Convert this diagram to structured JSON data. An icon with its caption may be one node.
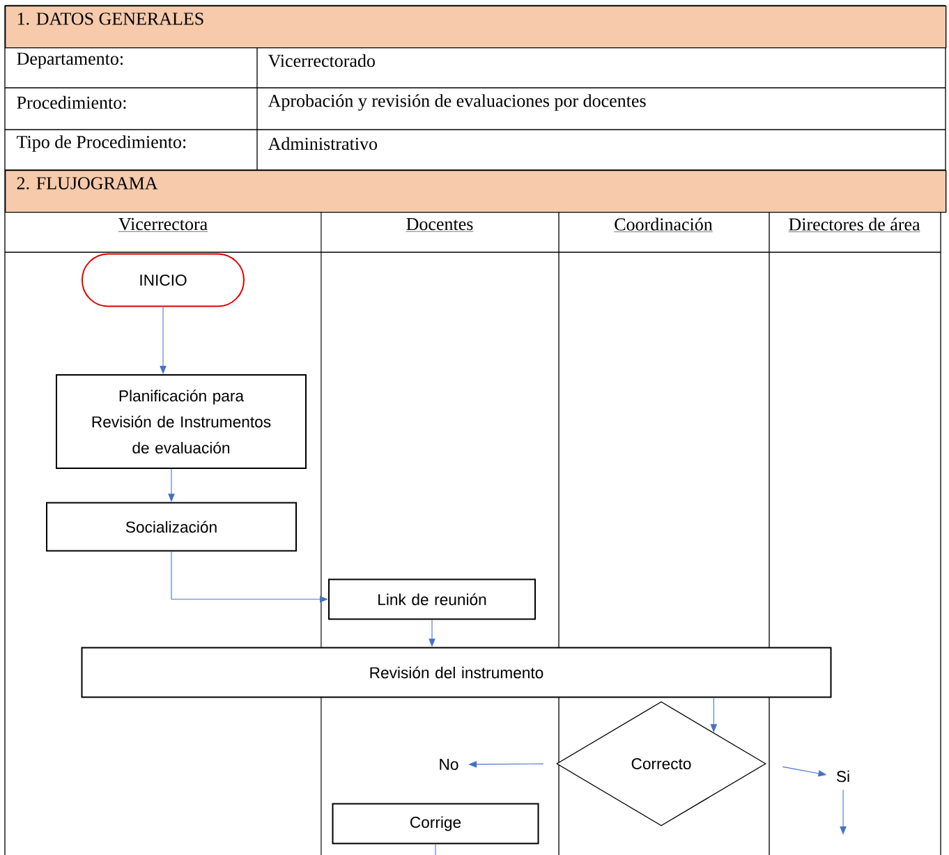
{
  "diagram": {
    "nodes": [
      {
        "text": [
          "INICIO"
        ]
      },
      {
        "text": [
          "Planificación para Revisión de Instrumentos de evaluación"
        ]
      },
      {
        "text": [
          "Socialización"
        ]
      },
      {
        "text": [
          "Link de reunión"
        ]
      },
      {
        "text": [
          "Revisión del instrumento"
        ]
      },
      {
        "text": [
          "Correcto"
        ]
      },
      {
        "text": [
          "No"
        ]
      },
      {
        "text": [
          "Si"
        ]
      },
      {
        "text": [
          "Corrige"
        ]
      }
    ],
    "edges": [
      {
        "from": 0,
        "to": 1,
        "arrow": "to"
      },
      {
        "from": 1,
        "to": 2,
        "arrow": "to"
      },
      {
        "from": 2,
        "to": 3,
        "arrow": "to"
      },
      {
        "from": 3,
        "to": 4,
        "arrow": "to"
      },
      {
        "from": 4,
        "to": 5,
        "arrow": "to"
      },
      {
        "from": 5,
        "to": 6,
        "arrow": "to"
      },
      {
        "from": 5,
        "to": 7,
        "arrow": "to"
      },
      {
        "from": 7,
        "to": null,
        "arrow": "to"
      },
      {
        "from": 8,
        "to": null,
        "arrow": "none"
      }
    ],
    "labels": [
      "1. DATOS GENERALES",
      "Departamento:",
      "Vicerrectorado",
      "Procedimiento:",
      "Aprobación y revisión de evaluaciones por docentes",
      "Tipo de Procedimiento:",
      "Administrativo",
      "2. FLUJOGRAMA",
      "Vicerrectora",
      "Docentes",
      "Coordinación",
      "Directores de área"
    ]
  }
}
